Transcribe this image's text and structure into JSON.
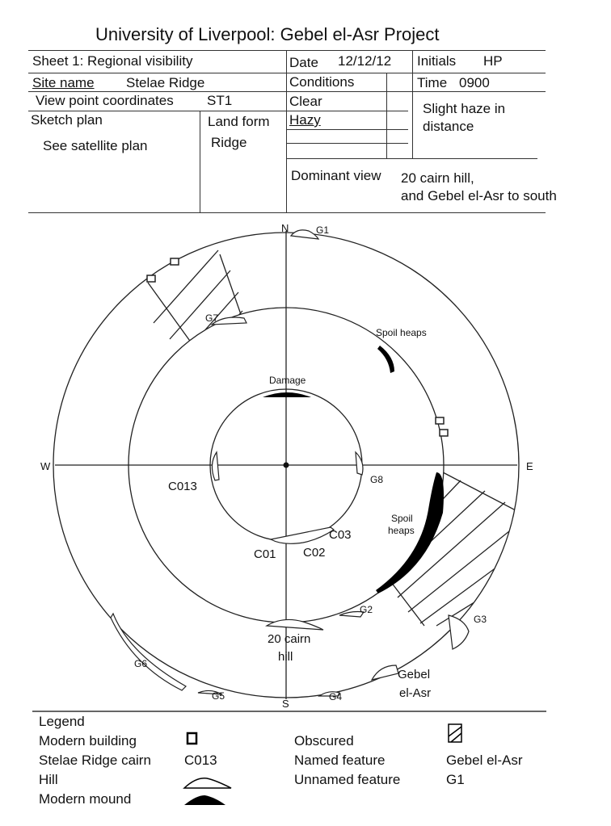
{
  "title": "University of Liverpool: Gebel el-Asr Project",
  "form": {
    "sheet": "Sheet 1: Regional visibility",
    "date_label": "Date",
    "date": "12/12/12",
    "initials_label": "Initials",
    "initials": "HP",
    "site_label": "Site name",
    "site": "Stelae Ridge",
    "conditions_label": "Conditions",
    "time_label": "Time",
    "time": "0900",
    "coords_label": "View point coordinates",
    "coords": "ST1",
    "clear": "Clear",
    "hazy": "Hazy",
    "note": "Slight haze in distance",
    "sketch_label": "Sketch plan",
    "sketch": "See satellite plan",
    "landform_label": "Land form",
    "landform": "Ridge",
    "dominant_label": "Dominant view",
    "dominant_1": "20 cairn hill,",
    "dominant_2": "and Gebel el-Asr to south"
  },
  "diagram": {
    "compass": {
      "n": "N",
      "s": "S",
      "e": "E",
      "w": "W"
    },
    "labels": {
      "g1": "G1",
      "g2": "G2",
      "g3": "G3",
      "g4": "G4",
      "g5": "G5",
      "g6": "G6",
      "g7": "G7",
      "g8": "G8",
      "spoil1": "Spoil heaps",
      "spoil2a": "Spoil",
      "spoil2b": "heaps",
      "damage": "Damage",
      "c013": "C013",
      "c01": "C01",
      "c02": "C02",
      "c03": "C03",
      "cairn_a": "20 cairn",
      "cairn_b": "hill",
      "gebel_a": "Gebel",
      "gebel_b": "el-Asr"
    }
  },
  "legend": {
    "title": "Legend",
    "items": [
      {
        "label": "Modern building"
      },
      {
        "label": "Stelae Ridge cairn",
        "symbol": "C013"
      },
      {
        "label": "Hill"
      },
      {
        "label": "Modern mound"
      },
      {
        "label": "Obscured"
      },
      {
        "label": "Named feature",
        "symbol": "Gebel el-Asr"
      },
      {
        "label": "Unnamed feature",
        "symbol": "G1"
      }
    ]
  }
}
